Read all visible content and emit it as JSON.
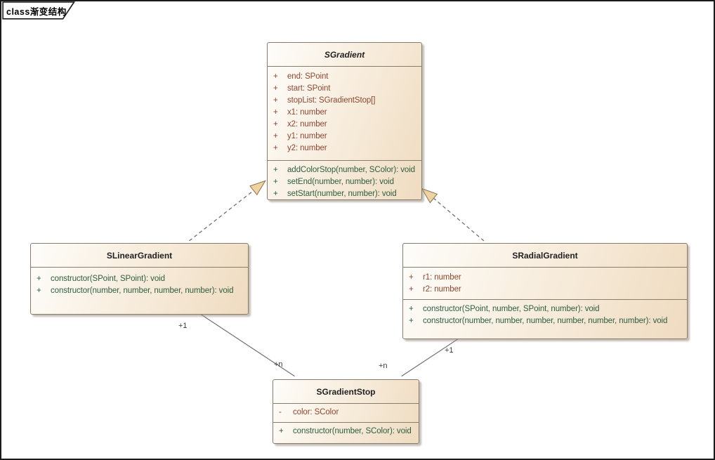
{
  "frame": {
    "label": "class渐变结构"
  },
  "classes": {
    "sgradient": {
      "name": "SGradient",
      "abstract": true,
      "attributes": [
        {
          "vis": "+",
          "text": "end: SPoint"
        },
        {
          "vis": "+",
          "text": "start: SPoint"
        },
        {
          "vis": "+",
          "text": "stopList: SGradientStop[]"
        },
        {
          "vis": "+",
          "text": "x1: number"
        },
        {
          "vis": "+",
          "text": "x2: number"
        },
        {
          "vis": "+",
          "text": "y1: number"
        },
        {
          "vis": "+",
          "text": "y2: number"
        }
      ],
      "methods": [
        {
          "vis": "+",
          "text": "addColorStop(number, SColor): void"
        },
        {
          "vis": "+",
          "text": "setEnd(number, number): void"
        },
        {
          "vis": "+",
          "text": "setStart(number, number): void"
        }
      ]
    },
    "slinear": {
      "name": "SLinearGradient",
      "methods": [
        {
          "vis": "+",
          "text": "constructor(SPoint, SPoint): void"
        },
        {
          "vis": "+",
          "text": "constructor(number, number, number, number): void"
        }
      ]
    },
    "sradial": {
      "name": "SRadialGradient",
      "attributes": [
        {
          "vis": "+",
          "text": "r1: number"
        },
        {
          "vis": "+",
          "text": "r2: number"
        }
      ],
      "methods": [
        {
          "vis": "+",
          "text": "constructor(SPoint, number, SPoint, number): void"
        },
        {
          "vis": "+",
          "text": "constructor(number, number, number, number, number, number): void"
        }
      ]
    },
    "sgradientstop": {
      "name": "SGradientStop",
      "attributes": [
        {
          "vis": "-",
          "text": "color: SColor"
        }
      ],
      "methods": [
        {
          "vis": "+",
          "text": "constructor(number, SColor): void"
        }
      ]
    }
  },
  "relations": {
    "linear_inherits_sgradient": {
      "type": "generalization",
      "style": "dashed"
    },
    "radial_inherits_sgradient": {
      "type": "generalization",
      "style": "dashed"
    },
    "linear_to_stop": {
      "type": "association",
      "source_label": "+1",
      "target_label": "+n"
    },
    "radial_to_stop": {
      "type": "association",
      "source_label": "+1",
      "target_label": "+n"
    }
  },
  "colors": {
    "box_fill_light": "#fefdfb",
    "box_fill_dark": "#efdbc0",
    "box_border": "#877d6d",
    "attr_text": "#8b4732",
    "method_text": "#2e5c3e",
    "line": "#6f6f6f",
    "arrow_fill": "#edd2a2",
    "arrow_stroke": "#8a7150",
    "frame_border": "#1a1a1a"
  }
}
